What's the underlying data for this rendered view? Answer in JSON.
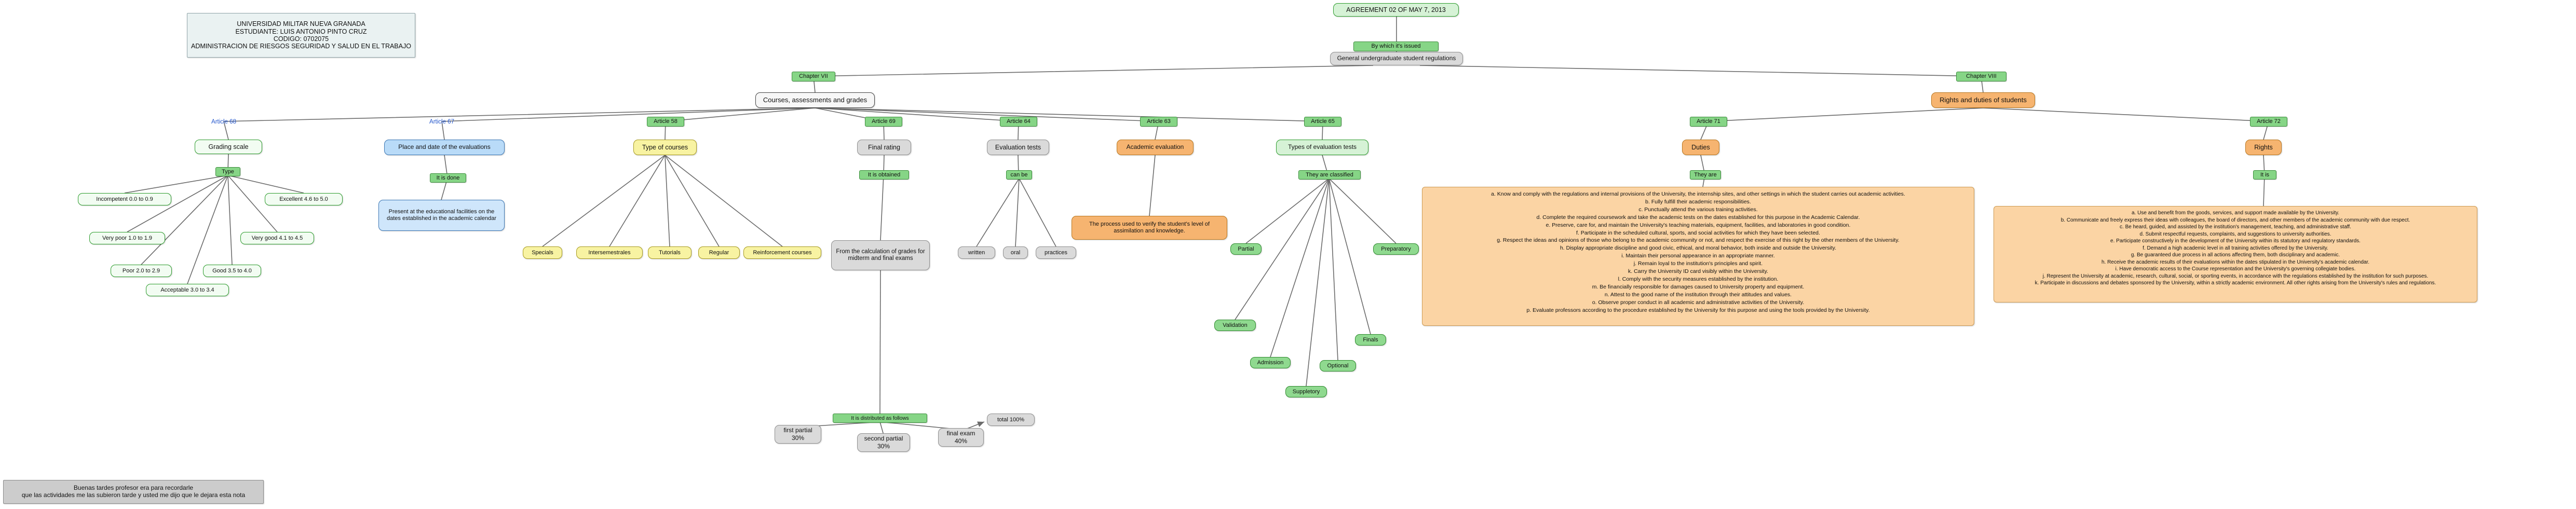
{
  "info_box": {
    "text": "UNIVERSIDAD MILITAR NUEVA GRANADA\nESTUDIANTE: LUIS ANTONIO PINTO CRUZ\nCODIGO: 0702075\nADMINISTRACION DE RIESGOS SEGURIDAD Y SALUD EN EL TRABAJO"
  },
  "root": {
    "agreement": "AGREEMENT 02 OF MAY 7, 2013",
    "link_label": "By which it's issued",
    "regulation": "General undergraduate student regulations"
  },
  "branches": {
    "left": {
      "chapter": "Chapter VII",
      "title": "Courses, assessments and grades"
    },
    "right": {
      "chapter": "Chapter VIII",
      "title": "Rights and duties of students"
    }
  },
  "grading": {
    "article": "Article 68",
    "title": "Grading scale",
    "link": "Type",
    "grades": [
      {
        "label": "Incompetent 0.0 to 0.9"
      },
      {
        "label": "Very poor 1.0 to 1.9"
      },
      {
        "label": "Poor 2.0 to 2.9"
      },
      {
        "label": "Acceptable 3.0 to 3.4"
      },
      {
        "label": "Good 3.5 to 4.0"
      },
      {
        "label": "Very good 4.1 to 4.5"
      },
      {
        "label": "Excellent 4.6 to 5.0"
      }
    ]
  },
  "place_date": {
    "article": "Article 67",
    "title": "Place and date of the evaluations",
    "link": "It is done",
    "detail": "Present at the educational facilities on the dates established in the academic calendar"
  },
  "course_types": {
    "article": "Article 58",
    "title": "Type of courses",
    "items": [
      "Specials",
      "Intersemestrales",
      "Tutorials",
      "Regular",
      "Reinforcement courses"
    ]
  },
  "final_rating": {
    "article": "Article 69",
    "title": "Final rating",
    "link": "It is obtained",
    "detail": "From the calculation of grades for midterm and final exams",
    "distribution_link": "It is distributed as follows",
    "parts": [
      {
        "label": "first partial",
        "value": "30%"
      },
      {
        "label": "second partial",
        "value": "30%"
      },
      {
        "label": "final exam",
        "value": "40%"
      }
    ],
    "total": "total 100%"
  },
  "eval_tests": {
    "article": "Article 64",
    "title": "Evaluation tests",
    "link": "can be",
    "items": [
      "written",
      "oral",
      "practices"
    ]
  },
  "academic_eval": {
    "article": "Article 63",
    "title": "Academic evaluation",
    "detail": "The process used to verify the student's level of assimilation and knowledge."
  },
  "eval_types": {
    "article": "Article 65",
    "title": "Types of evaluation tests",
    "link": "They are classified",
    "items": [
      "Partial",
      "Preparatory",
      "Validation",
      "Admission",
      "Suppletory",
      "Optional",
      "Finals"
    ]
  },
  "duties": {
    "article": "Article 71",
    "title": "Duties",
    "link": "They are",
    "text": "a. Know and comply with the regulations and internal provisions of the University, the internship sites, and other settings in which the student carries out academic activities.\nb. Fully fulfill their academic responsibilities.\nc. Punctually attend the various training activities.\nd. Complete the required coursework and take the academic tests on the dates established for this purpose in the Academic Calendar.\ne. Preserve, care for, and maintain the University's teaching materials, equipment, facilities, and laboratories in good condition.\nf. Participate in the scheduled cultural, sports, and social activities for which they have been selected.\ng. Respect the ideas and opinions of those who belong to the academic community or not, and respect the exercise of this right by the other members of the University.\nh. Display appropriate discipline and good civic, ethical, and moral behavior, both inside and outside the University.\ni. Maintain their personal appearance in an appropriate manner.\nj. Remain loyal to the institution's principles and spirit.\nk. Carry the University ID card visibly within the University.\nl. Comply with the security measures established by the institution.\nm. Be financially responsible for damages caused to University property and equipment.\nn. Attest to the good name of the institution through their attitudes and values.\no. Observe proper conduct in all academic and administrative activities of the University.\np. Evaluate professors according to the procedure established by the University for this purpose and using the tools provided by the University."
  },
  "rights": {
    "article": "Article 72",
    "title": "Rights",
    "link": "It is",
    "text": "a. Use and benefit from the goods, services, and support made available by the University.\nb. Communicate and freely express their ideas with colleagues, the board of directors, and other members of the academic community with due respect.\nc. Be heard, guided, and assisted by the institution's management, teaching, and administrative staff.\nd. Submit respectful requests, complaints, and suggestions to university authorities.\ne. Participate constructively in the development of the University within its statutory and regulatory standards.\nf. Demand a high academic level in all training activities offered by the University.\ng. Be guaranteed due process in all actions affecting them, both disciplinary and academic.\nh. Receive the academic results of their evaluations within the dates stipulated in the University's academic calendar.\ni. Have democratic access to the Course representation and the University's governing collegiate bodies.\nj. Represent the University at academic, research, cultural, social, or sporting events, in accordance with the regulations established by the institution for such purposes.\nk. Participate in discussions and debates sponsored by the University, within a strictly academic environment. All other rights arising from the University's rules and regulations."
  },
  "note": {
    "text": "Buenas tardes profesor era para recordarle\nque las actividades me las subieron tarde y usted me dijo que le dejara esta nota"
  }
}
